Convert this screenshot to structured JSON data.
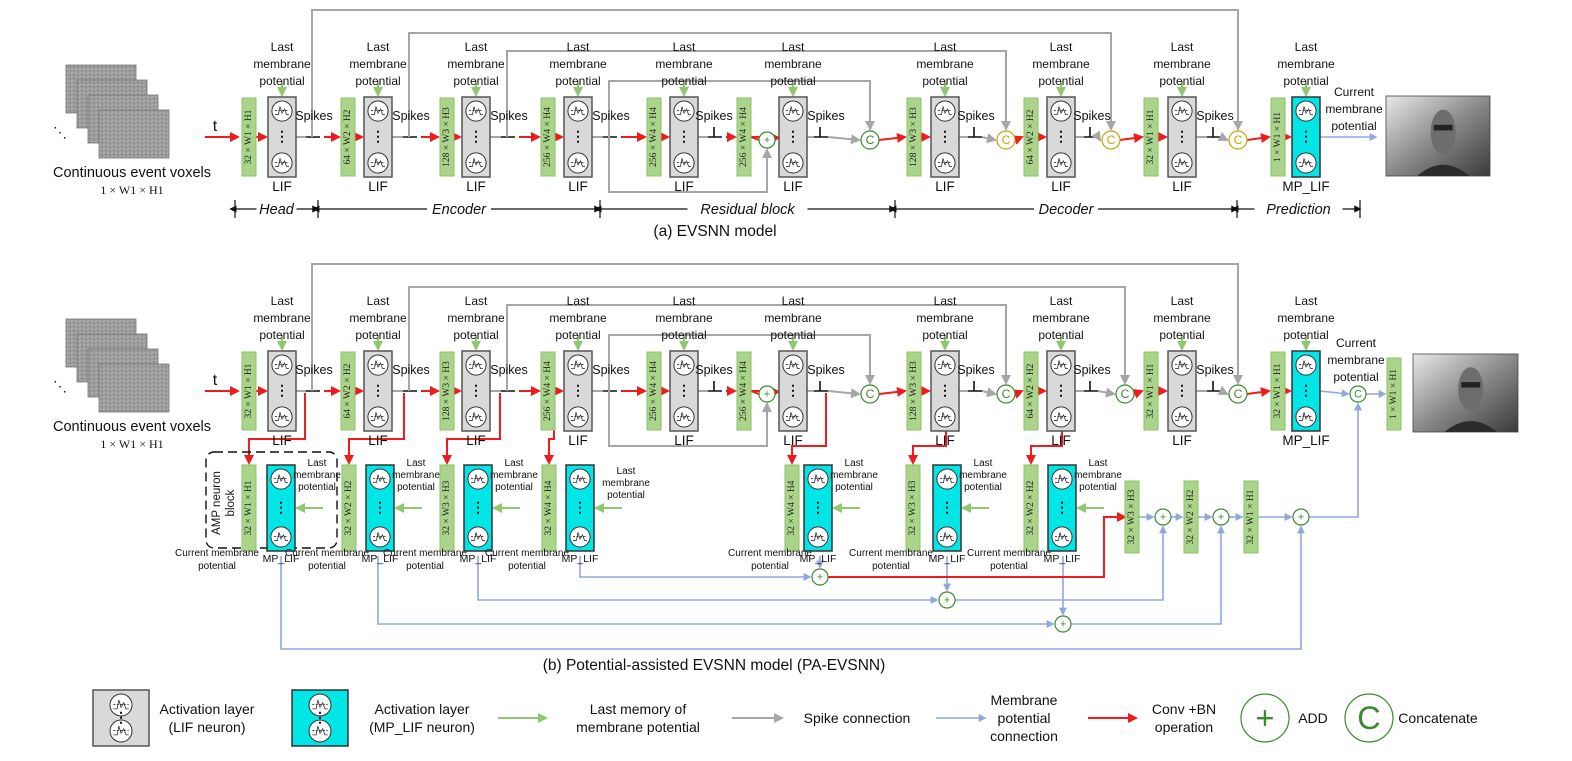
{
  "labels": {
    "last_membrane": [
      "Last",
      "membrane",
      "potential"
    ],
    "current_membrane": [
      "Current",
      "membrane",
      "potential"
    ],
    "spikes": "Spikes",
    "lif": "LIF",
    "mp_lif": "MP_LIF",
    "t": "t",
    "input_caption": "Continuous  event voxels",
    "input_dim": "1 × W1 × H1",
    "dots": "⋮",
    "amp_block": [
      "AMP neuron",
      "block"
    ]
  },
  "panel_a": {
    "caption": "(a) EVSNN model",
    "sections": [
      "Head",
      "Encoder",
      "Residual block",
      "Decoder",
      "Prediction"
    ],
    "convs": [
      "32 × W1 × H1",
      "64 × W2 × H2",
      "128 × W3 × H3",
      "256 × W4 × H4",
      "256 × W4 × H4",
      "256 × W4 × H4",
      "128 × W3 × H3",
      "64 × W2 × H2",
      "32 × W1 × H1",
      "1 × W1 × H1"
    ]
  },
  "panel_b": {
    "caption": "(b) Potential-assisted EVSNN model (PA-EVSNN)",
    "convs": [
      "32 × W1 × H1",
      "64 × W2 × H2",
      "128 × W3 × H3",
      "256 × W4 × H4",
      "256 × W4 × H4",
      "256 × W4 × H4",
      "128 × W3 × H3",
      "64 × W2 × H2",
      "32 × W1 × H1",
      "32 × W1 × H1"
    ],
    "out_conv": "1 × W1 × H1",
    "amp_convs": [
      "32 × W1 × H1",
      "32 × W2 × H2",
      "32 × W3 × H3",
      "32 × W4 × H4",
      "32 × W4 × H4",
      "32 × W3 × H3",
      "32 × W2 × H2"
    ],
    "fuse_convs": [
      "32 × W3 × H3",
      "32 × W2 × H2",
      "32 × W1 × H1"
    ]
  },
  "legend": {
    "lif_layer": [
      "Activation layer",
      "(LIF neuron)"
    ],
    "mp_layer": [
      "Activation layer",
      "(MP_LIF neuron)"
    ],
    "last_memory": [
      "Last memory of",
      "membrane potential"
    ],
    "spike_conn": "Spike connection",
    "membrane_conn": [
      "Membrane",
      "potential",
      "connection"
    ],
    "conv_bn": [
      "Conv +BN",
      "operation"
    ],
    "add": "ADD",
    "concat": "Concatenate",
    "plus": "+",
    "c": "C"
  },
  "colors": {
    "conv": "#a9d48a",
    "lif": "#d9d9d9",
    "mp_lif": "#00e6e6",
    "conv_arrow": "#ee1c1c",
    "spike_arrow": "#a6a6a6",
    "membrane_arrow": "#8fa9dc",
    "memory_arrow": "#8fc870",
    "add_symbol": "#3b8a2e",
    "concat_symbol_small": "#c8a400"
  },
  "icons": [
    "event-voxel-stack-icon",
    "reconstructed-image-icon",
    "neuron-trace-icon"
  ]
}
